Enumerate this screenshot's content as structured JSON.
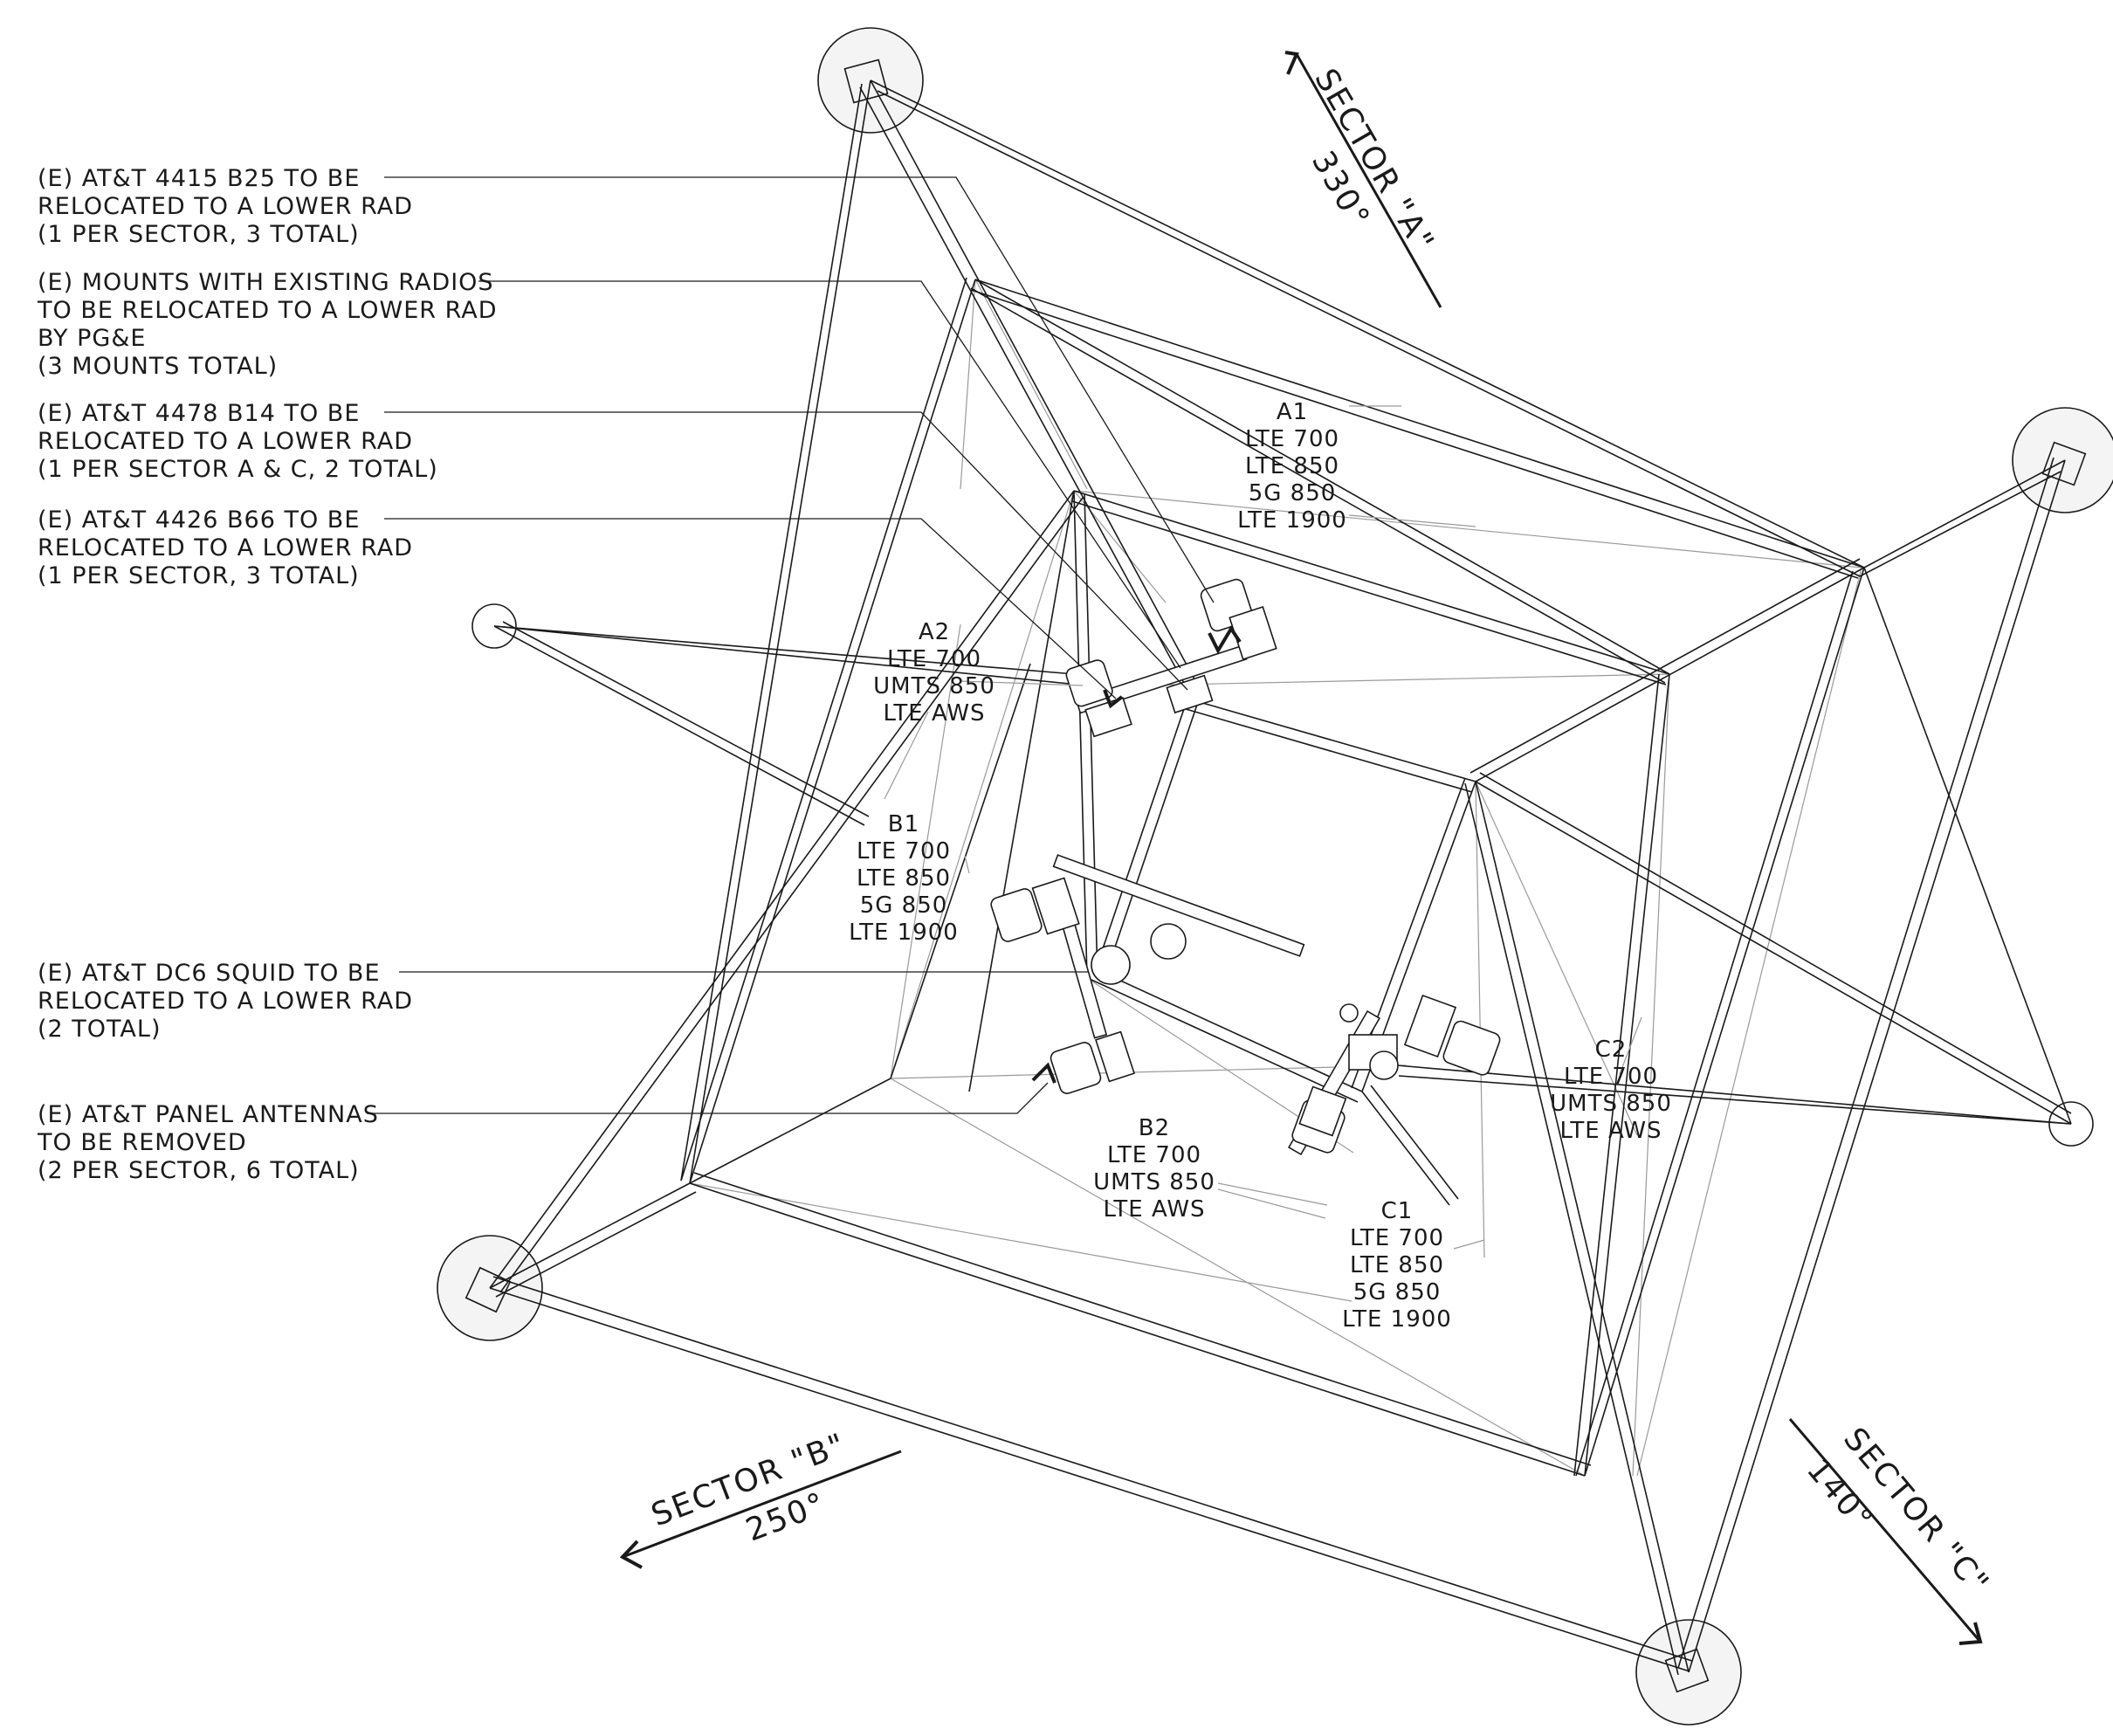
{
  "callouts": [
    {
      "id": "c1",
      "lines": [
        "(E) AT&T 4415 B25 TO BE",
        "RELOCATED TO A LOWER RAD",
        "(1 PER SECTOR, 3 TOTAL)"
      ]
    },
    {
      "id": "c2",
      "lines": [
        "(E) MOUNTS WITH EXISTING RADIOS",
        "TO BE RELOCATED TO A LOWER RAD",
        "BY PG&E",
        "(3 MOUNTS TOTAL)"
      ]
    },
    {
      "id": "c3",
      "lines": [
        "(E) AT&T 4478 B14 TO BE",
        "RELOCATED TO A LOWER RAD",
        "(1 PER SECTOR A & C, 2 TOTAL)"
      ]
    },
    {
      "id": "c4",
      "lines": [
        "(E) AT&T 4426 B66 TO BE",
        "RELOCATED TO A LOWER RAD",
        "(1 PER SECTOR, 3 TOTAL)"
      ]
    },
    {
      "id": "c5",
      "lines": [
        "(E) AT&T DC6 SQUID TO BE",
        "RELOCATED TO A LOWER RAD",
        "(2 TOTAL)"
      ]
    },
    {
      "id": "c6",
      "lines": [
        "(E) AT&T PANEL ANTENNAS",
        "TO BE REMOVED",
        "(2 PER SECTOR, 6 TOTAL)"
      ]
    }
  ],
  "antennas": [
    {
      "id": "A1",
      "lines": [
        "A1",
        "LTE 700",
        "LTE 850",
        "5G 850",
        "LTE 1900"
      ]
    },
    {
      "id": "A2",
      "lines": [
        "A2",
        "LTE 700",
        "UMTS 850",
        "LTE AWS"
      ]
    },
    {
      "id": "B1",
      "lines": [
        "B1",
        "LTE 700",
        "LTE 850",
        "5G 850",
        "LTE 1900"
      ]
    },
    {
      "id": "B2",
      "lines": [
        "B2",
        "LTE 700",
        "UMTS 850",
        "LTE AWS"
      ]
    },
    {
      "id": "C1",
      "lines": [
        "C1",
        "LTE 700",
        "LTE 850",
        "5G 850",
        "LTE 1900"
      ]
    },
    {
      "id": "C2",
      "lines": [
        "C2",
        "LTE 700",
        "UMTS 850",
        "LTE AWS"
      ]
    }
  ],
  "sectors": [
    {
      "id": "A",
      "name": "SECTOR \"A\"",
      "azimuth": "330°"
    },
    {
      "id": "B",
      "name": "SECTOR \"B\"",
      "azimuth": "250°"
    },
    {
      "id": "C",
      "name": "SECTOR \"C\"",
      "azimuth": "140°"
    }
  ],
  "colors": {
    "ink": "#1a1a1a",
    "guy": "#9a9a9a",
    "footing": "#f4f4f4"
  }
}
